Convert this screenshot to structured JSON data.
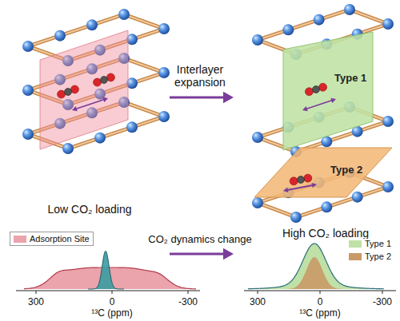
{
  "diagram": {
    "nodes": [
      {
        "text": [
          "Type 1"
        ]
      },
      {
        "text": [
          "Type 2"
        ]
      }
    ],
    "labels": [
      "Interlayer expansion",
      "Low CO₂ loading",
      "High CO₂ loading",
      "CO₂ dynamics change",
      "300",
      "0",
      "-300",
      "¹³C (ppm)",
      "300",
      "0",
      "-300",
      "¹³C (ppm)"
    ],
    "legend": [
      {
        "text": "Adsorption Site",
        "color": "#eba3ac"
      },
      {
        "text": "Type 1",
        "color": "#bfe0a6"
      },
      {
        "text": "Type 2",
        "color": "#c99a66"
      }
    ]
  }
}
